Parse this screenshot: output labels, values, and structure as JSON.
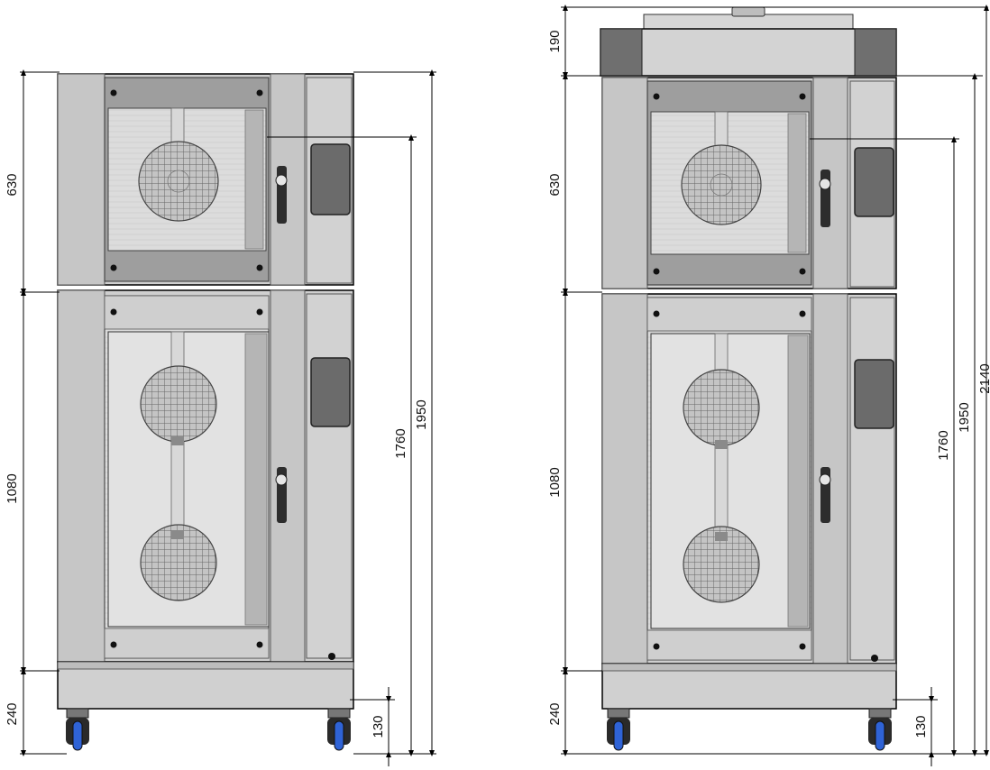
{
  "colors": {
    "body": "#c9c9c9",
    "body_dark": "#8a8a8a",
    "panel": "#d4d4d4",
    "frame": "#9c9c9c",
    "glass": "#e9e9e9",
    "fan": "#b8b8b8",
    "display": "#6e6e6e",
    "handle": "#2d2d2d",
    "hood_dark": "#6f6f6f",
    "wheel": "#2a2a2a",
    "wheel_accent": "#2f63d6",
    "line": "#000000"
  },
  "left_unit": {
    "dims": {
      "upper_oven": "630",
      "lower_oven": "1080",
      "base": "240",
      "caster": "130",
      "door_top": "1760",
      "total": "1950"
    }
  },
  "right_unit": {
    "dims": {
      "hood": "190",
      "upper_oven": "630",
      "lower_oven": "1080",
      "base": "240",
      "caster": "130",
      "door_top": "1760",
      "oven_top": "1950",
      "total": "2140"
    }
  }
}
